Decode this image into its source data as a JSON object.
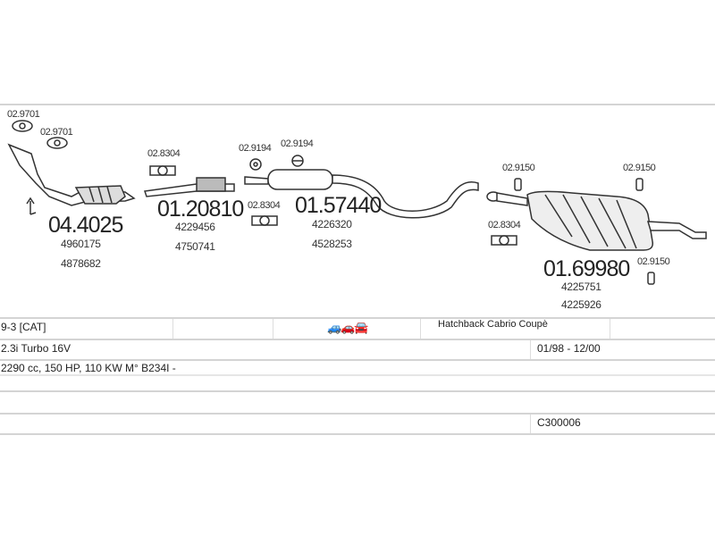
{
  "parts": {
    "gasket1": "02.9701",
    "gasket2": "02.9701",
    "catalyst": {
      "number": "04.4025",
      "refs": [
        "4960175",
        "4878682"
      ]
    },
    "clamp1": "02.8304",
    "front_pipe": {
      "number": "01.20810",
      "refs": [
        "4229456",
        "4750741"
      ]
    },
    "ring1": "02.9194",
    "ring2": "02.9194",
    "clamp2": "02.8304",
    "middle_silencer": {
      "number": "01.57440",
      "refs": [
        "4226320",
        "4528253"
      ]
    },
    "hanger1": "02.9150",
    "hanger2": "02.9150",
    "clamp3": "02.8304",
    "rear_silencer": {
      "number": "01.69980",
      "refs": [
        "4225751",
        "4225926"
      ]
    },
    "hanger3": "02.9150"
  },
  "table": {
    "model": "9-3  [CAT]",
    "body_types": "Hatchback Cabrio Coupè",
    "engine": "2.3i Turbo 16V",
    "years": "01/98 - 12/00",
    "specs": "2290 cc, 150 HP, 110 KW M° B234I -",
    "code": "C300006"
  }
}
